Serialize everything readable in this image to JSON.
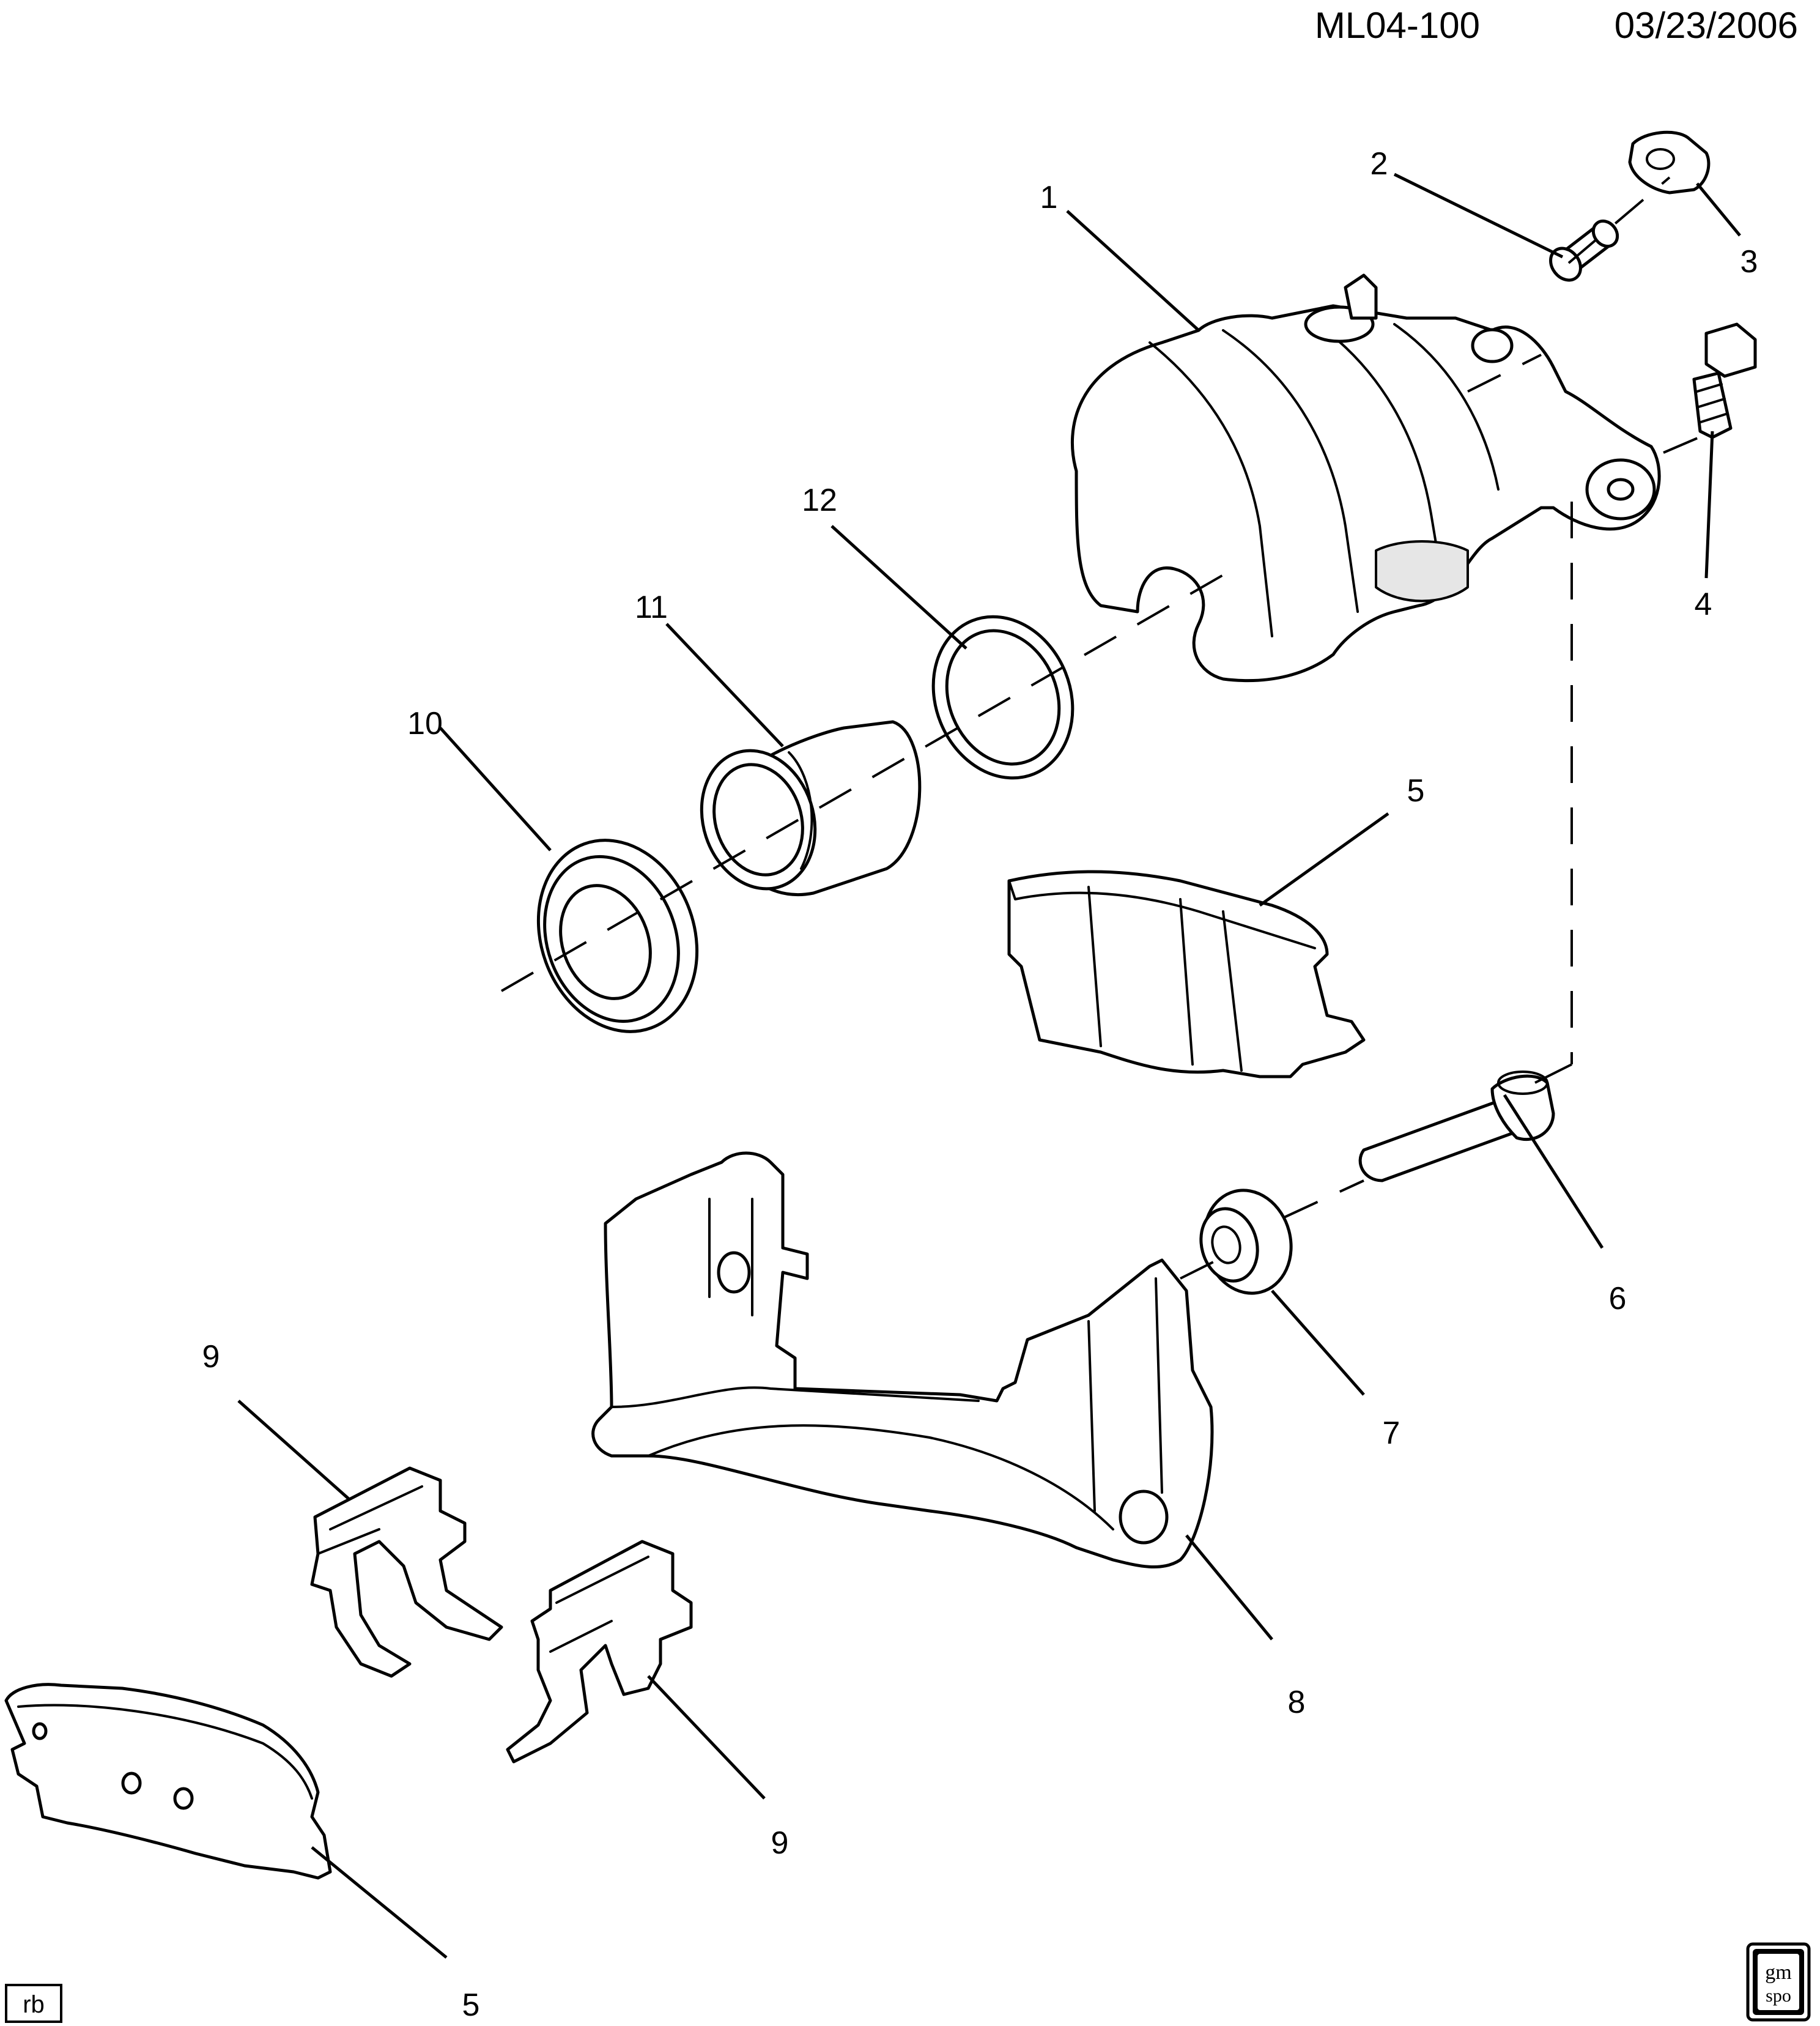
{
  "header": {
    "diagram_code": "ML04-100",
    "date": "03/23/2006"
  },
  "footer": {
    "initials": "rb",
    "logo_top": "gm",
    "logo_bottom": "spo"
  },
  "callouts": {
    "c1": "1",
    "c2": "2",
    "c3": "3",
    "c4": "4",
    "c5_top": "5",
    "c6": "6",
    "c7": "7",
    "c8": "8",
    "c9_top": "9",
    "c9_bottom": "9",
    "c10": "10",
    "c11": "11",
    "c12": "12",
    "c5_bottom": "5"
  }
}
